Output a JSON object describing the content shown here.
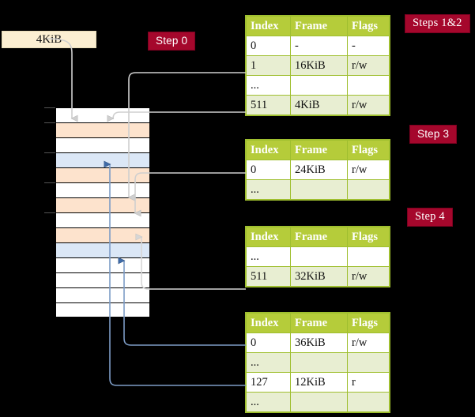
{
  "diagram": {
    "title_labels": {
      "step0": "Step 0",
      "steps12": "Steps 1&2",
      "step3": "Step 3",
      "step4": "Step 4"
    },
    "memory_label": "4KiB",
    "colors": {
      "badge_bg": "#a5072c",
      "badge_text": "#ffffff",
      "table_header_bg": "#b5cc3a",
      "table_border": "#9fbf2f",
      "table_alt_row": "#e8eed2",
      "highlight": "#fbf7a8",
      "mem_orange": "#fde3cd",
      "mem_blue": "#dbe7f6",
      "mem_label_bg": "#fcefd2",
      "arrow_gray": "#c9c9c9",
      "arrow_blue": "#5b7fb5",
      "background": "#000000"
    },
    "memory_rows": [
      {
        "index": 0,
        "fill": "white",
        "tick": true
      },
      {
        "index": 1,
        "fill": "orange",
        "tick": true
      },
      {
        "index": 2,
        "fill": "white",
        "tick": false
      },
      {
        "index": 3,
        "fill": "blue",
        "tick": true
      },
      {
        "index": 4,
        "fill": "orange",
        "tick": false
      },
      {
        "index": 5,
        "fill": "white",
        "tick": true
      },
      {
        "index": 6,
        "fill": "orange",
        "tick": false
      },
      {
        "index": 7,
        "fill": "white",
        "tick": true
      },
      {
        "index": 8,
        "fill": "orange",
        "tick": false
      },
      {
        "index": 9,
        "fill": "blue",
        "tick": false
      },
      {
        "index": 10,
        "fill": "white",
        "tick": false
      },
      {
        "index": 11,
        "fill": "white",
        "tick": false
      },
      {
        "index": 12,
        "fill": "white",
        "tick": false
      },
      {
        "index": 13,
        "fill": "white",
        "tick": false
      }
    ]
  },
  "tables": {
    "columns": [
      "Index",
      "Frame",
      "Flags"
    ],
    "t1": {
      "rows": [
        {
          "index": "0",
          "frame": "-",
          "flags": "-",
          "alt": false,
          "hl": false
        },
        {
          "index": "1",
          "frame": "16KiB",
          "flags": "r/w",
          "alt": true,
          "hl": false
        },
        {
          "index": "...",
          "frame": "",
          "flags": "",
          "alt": false,
          "hl": false
        },
        {
          "index": "511",
          "frame": "4KiB",
          "flags": "r/w",
          "alt": true,
          "hl": true
        }
      ]
    },
    "t2": {
      "rows": [
        {
          "index": "0",
          "frame": "24KiB",
          "flags": "r/w",
          "alt": false,
          "hl": false
        },
        {
          "index": "...",
          "frame": "",
          "flags": "",
          "alt": true,
          "hl": false
        }
      ]
    },
    "t3": {
      "rows": [
        {
          "index": "...",
          "frame": "",
          "flags": "",
          "alt": false,
          "hl": false
        },
        {
          "index": "511",
          "frame": "32KiB",
          "flags": "r/w",
          "alt": true,
          "hl": false
        }
      ]
    },
    "t4": {
      "rows": [
        {
          "index": "0",
          "frame": "36KiB",
          "flags": "r/w",
          "alt": false,
          "hl": false
        },
        {
          "index": "...",
          "frame": "",
          "flags": "",
          "alt": true,
          "hl": false
        },
        {
          "index": "127",
          "frame": "12KiB",
          "flags": "r",
          "alt": false,
          "hl": false
        },
        {
          "index": "...",
          "frame": "",
          "flags": "",
          "alt": true,
          "hl": false
        }
      ]
    }
  }
}
